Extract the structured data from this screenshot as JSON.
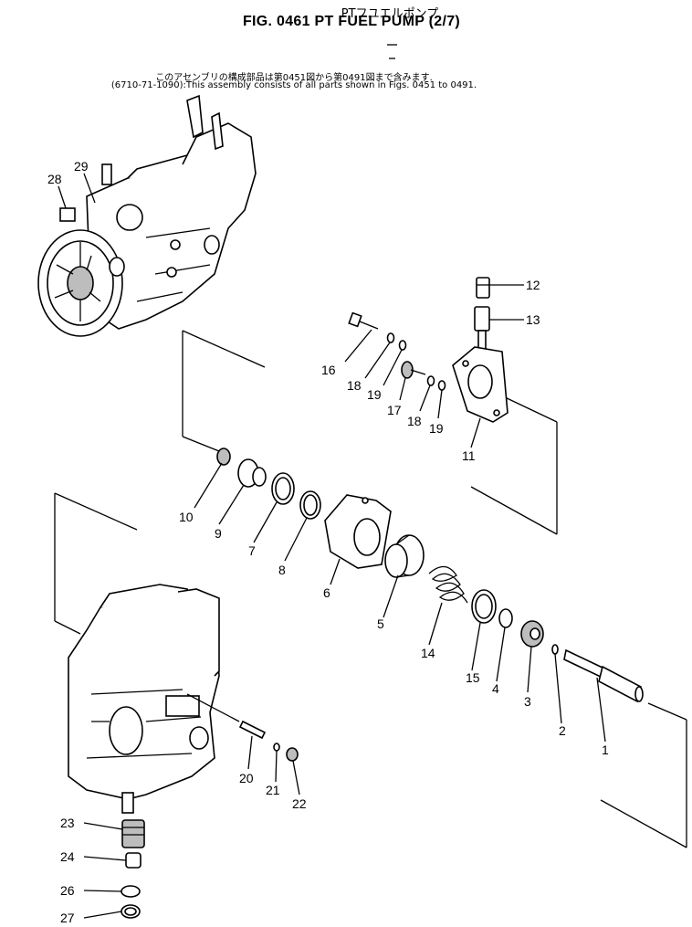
{
  "header": {
    "subtitle": "PTフユエルポンプ",
    "title": "FIG. 0461  PT FUEL PUMP (2/7)"
  },
  "notes": {
    "japanese": "このアセンブリの構成部品は第0451図から第0491図まで含みます.",
    "english": "(6710-71-1090):This assembly consists of all parts shown in Figs. 0451 to 0491."
  },
  "callouts": [
    "1",
    "2",
    "3",
    "4",
    "5",
    "6",
    "7",
    "8",
    "9",
    "10",
    "11",
    "12",
    "13",
    "14",
    "15",
    "16",
    "17",
    "18",
    "19",
    "20",
    "21",
    "22",
    "23",
    "24",
    "26",
    "27",
    "28",
    "29"
  ]
}
